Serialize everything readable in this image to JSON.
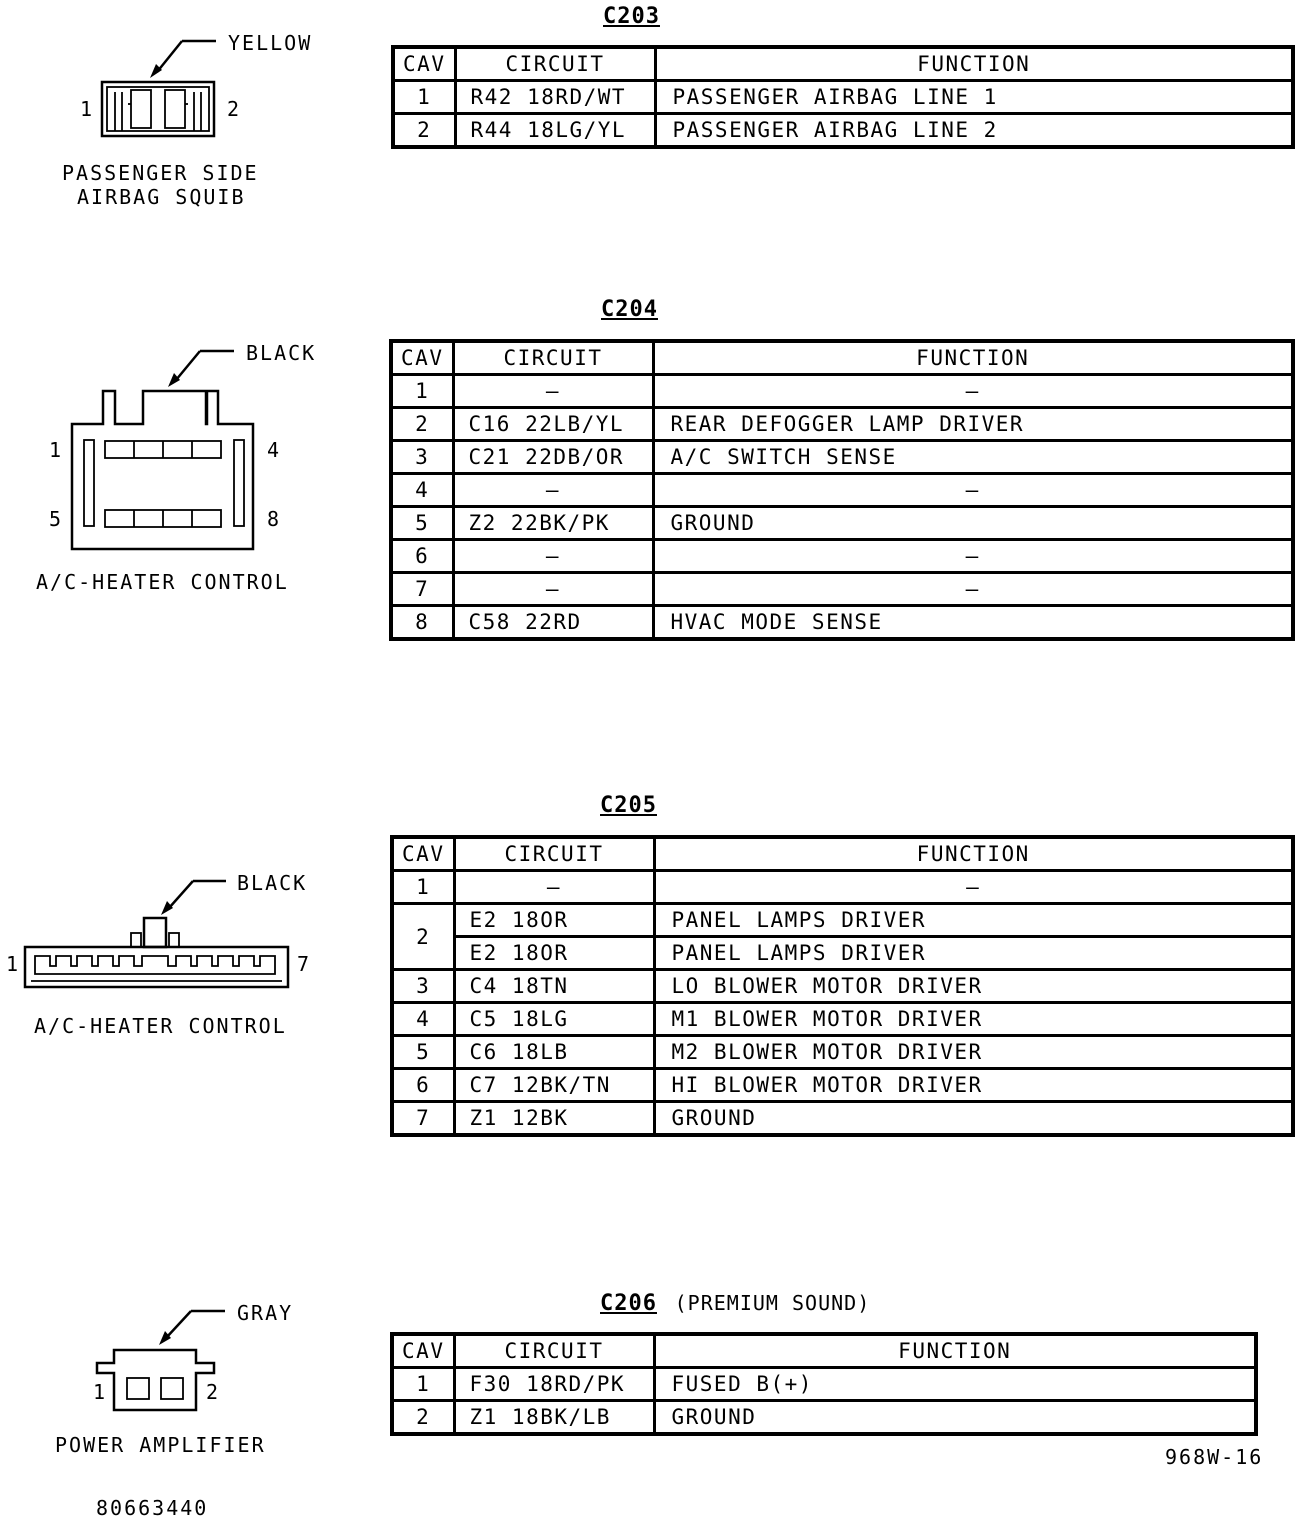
{
  "connectors": [
    {
      "id": "C203",
      "note": "",
      "color": "YELLOW",
      "name_lines": [
        "PASSENGER SIDE",
        "AIRBAG SQUIB"
      ],
      "pin_left": "1",
      "pin_right": "2",
      "headers": {
        "cav": "CAV",
        "circuit": "CIRCUIT",
        "function": "FUNCTION"
      },
      "rows": [
        {
          "cav": "1",
          "circuit": "R42 18RD/WT",
          "function": "PASSENGER AIRBAG LINE 1"
        },
        {
          "cav": "2",
          "circuit": "R44 18LG/YL",
          "function": "PASSENGER AIRBAG LINE 2"
        }
      ]
    },
    {
      "id": "C204",
      "note": "",
      "color": "BLACK",
      "name_lines": [
        "A/C-HEATER CONTROL"
      ],
      "pins": [
        "1",
        "4",
        "5",
        "8"
      ],
      "headers": {
        "cav": "CAV",
        "circuit": "CIRCUIT",
        "function": "FUNCTION"
      },
      "rows": [
        {
          "cav": "1",
          "circuit": "–",
          "function": "–"
        },
        {
          "cav": "2",
          "circuit": "C16 22LB/YL",
          "function": "REAR DEFOGGER LAMP DRIVER"
        },
        {
          "cav": "3",
          "circuit": "C21 22DB/OR",
          "function": "A/C SWITCH SENSE"
        },
        {
          "cav": "4",
          "circuit": "–",
          "function": "–"
        },
        {
          "cav": "5",
          "circuit": "Z2 22BK/PK",
          "function": "GROUND"
        },
        {
          "cav": "6",
          "circuit": "–",
          "function": "–"
        },
        {
          "cav": "7",
          "circuit": "–",
          "function": "–"
        },
        {
          "cav": "8",
          "circuit": "C58 22RD",
          "function": "HVAC MODE SENSE"
        }
      ]
    },
    {
      "id": "C205",
      "note": "",
      "color": "BLACK",
      "name_lines": [
        "A/C-HEATER CONTROL"
      ],
      "pin_left": "1",
      "pin_right": "7",
      "headers": {
        "cav": "CAV",
        "circuit": "CIRCUIT",
        "function": "FUNCTION"
      },
      "rows": [
        {
          "cav": "1",
          "circuit": "–",
          "function": "–"
        },
        {
          "cav": "2",
          "circuit": "E2 18OR",
          "function": "PANEL LAMPS DRIVER",
          "circuit2": "E2 18OR",
          "function2": "PANEL LAMPS DRIVER"
        },
        {
          "cav": "3",
          "circuit": "C4 18TN",
          "function": "LO BLOWER MOTOR DRIVER"
        },
        {
          "cav": "4",
          "circuit": "C5 18LG",
          "function": "M1 BLOWER MOTOR DRIVER"
        },
        {
          "cav": "5",
          "circuit": "C6 18LB",
          "function": "M2 BLOWER MOTOR DRIVER"
        },
        {
          "cav": "6",
          "circuit": "C7 12BK/TN",
          "function": "HI BLOWER MOTOR DRIVER"
        },
        {
          "cav": "7",
          "circuit": "Z1 12BK",
          "function": "GROUND"
        }
      ]
    },
    {
      "id": "C206",
      "note": "(PREMIUM SOUND)",
      "color": "GRAY",
      "name_lines": [
        "POWER AMPLIFIER"
      ],
      "pin_left": "1",
      "pin_right": "2",
      "headers": {
        "cav": "CAV",
        "circuit": "CIRCUIT",
        "function": "FUNCTION"
      },
      "rows": [
        {
          "cav": "1",
          "circuit": "F30 18RD/PK",
          "function": "FUSED B(+)"
        },
        {
          "cav": "2",
          "circuit": "Z1 18BK/LB",
          "function": "GROUND"
        }
      ]
    }
  ],
  "figure_id": "968W-16",
  "part_number": "80663440"
}
